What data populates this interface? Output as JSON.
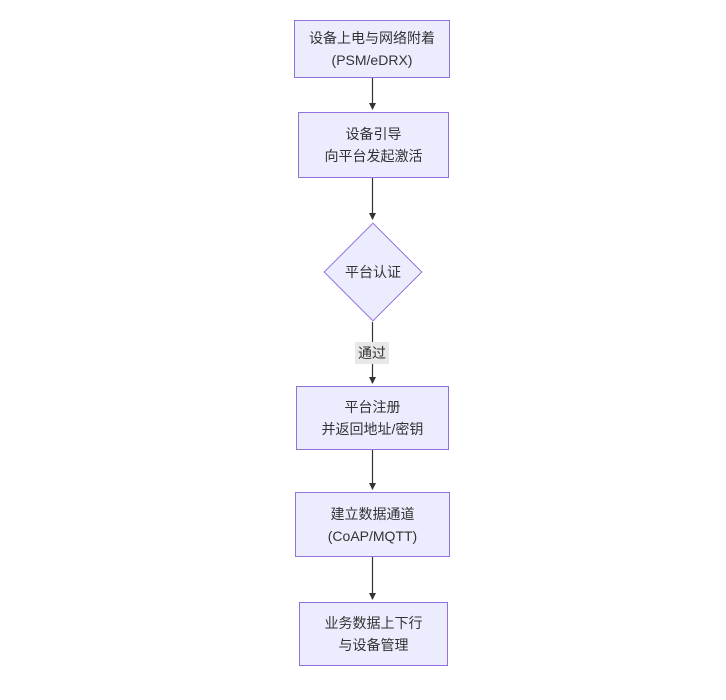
{
  "diagram": {
    "type": "flowchart-vertical",
    "nodes": [
      {
        "id": "power-attach",
        "shape": "rect",
        "line1": "设备上电与网络附着",
        "line2": "(PSM/eDRX)"
      },
      {
        "id": "bootstrap",
        "shape": "rect",
        "line1": "设备引导",
        "line2": "向平台发起激活"
      },
      {
        "id": "platform-auth",
        "shape": "diamond",
        "line1": "平台认证",
        "line2": ""
      },
      {
        "id": "register",
        "shape": "rect",
        "line1": "平台注册",
        "line2": "并返回地址/密钥"
      },
      {
        "id": "data-channel",
        "shape": "rect",
        "line1": "建立数据通道",
        "line2": "(CoAP/MQTT)"
      },
      {
        "id": "business",
        "shape": "rect",
        "line1": "业务数据上下行",
        "line2": "与设备管理"
      }
    ],
    "edge_labels": {
      "auth_pass": "通过"
    },
    "colors": {
      "node_fill": "#ECECFF",
      "node_border": "#9370DB",
      "edge_line": "#333333",
      "arrowhead": "#333333",
      "edge_label_bg": "#e8e8e8",
      "text": "#333333",
      "background": "#ffffff"
    }
  }
}
